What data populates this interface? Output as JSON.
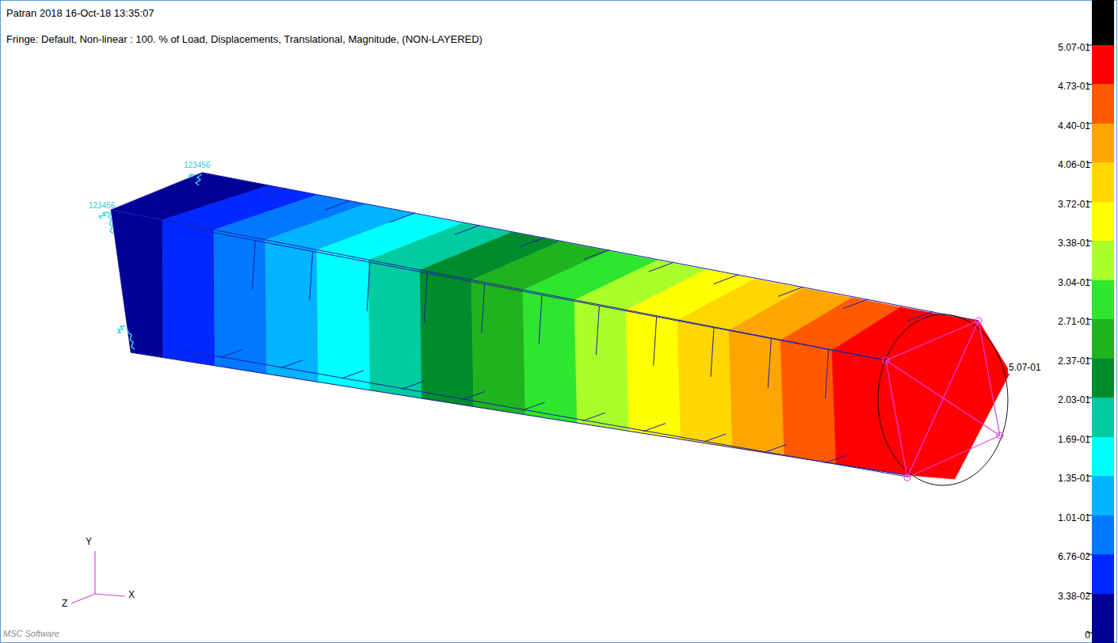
{
  "diagram": {
    "labels": [
      "Patran 2018 16-Oct-18 13:35:07",
      "Fringe: Default, Non-linear : 100. % of Load, Displacements, Translational, Magnitude, (NON-LAYERED)",
      "123456",
      "123456",
      "5.07-01",
      "Y",
      "Z",
      "X",
      "MSC Software"
    ],
    "legend": [
      {
        "text": "5.07-01",
        "color": "#000000"
      },
      {
        "text": "4.73-01",
        "color": "#ff0000"
      },
      {
        "text": "4.40-01",
        "color": "#ff5a00"
      },
      {
        "text": "4.06-01",
        "color": "#ffa500"
      },
      {
        "text": "3.72-01",
        "color": "#ffd700"
      },
      {
        "text": "3.38-01",
        "color": "#ffff00"
      },
      {
        "text": "3.04-01",
        "color": "#aaff2a"
      },
      {
        "text": "2.71-01",
        "color": "#2ee62e"
      },
      {
        "text": "2.37-01",
        "color": "#1fb41f"
      },
      {
        "text": "2.03-01",
        "color": "#008c2c"
      },
      {
        "text": "1.69-01",
        "color": "#00cca0"
      },
      {
        "text": "1.35-01",
        "color": "#00ffff"
      },
      {
        "text": "1.01-01",
        "color": "#00b4ff"
      },
      {
        "text": "6.76-02",
        "color": "#0078ff"
      },
      {
        "text": "3.38-02",
        "color": "#0028ff"
      },
      {
        "text": "0",
        "color": "#000096"
      }
    ]
  }
}
